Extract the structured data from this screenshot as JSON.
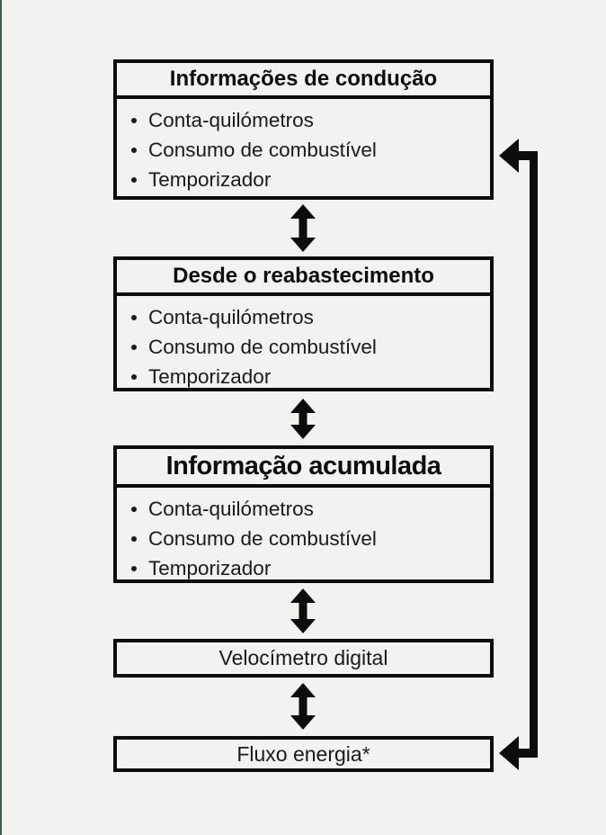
{
  "diagram": {
    "boxes": [
      {
        "id": "driving-information",
        "title": "Informações de condução",
        "items": [
          "Conta-quilómetros",
          "Consumo de combustível",
          "Temporizador"
        ]
      },
      {
        "id": "since-refuelling",
        "title": "Desde o reabastecimento",
        "items": [
          "Conta-quilómetros",
          "Consumo de combustível",
          "Temporizador"
        ]
      },
      {
        "id": "accumulated-information",
        "title": "Informação acumulada",
        "items": [
          "Conta-quilómetros",
          "Consumo de combustível",
          "Temporizador"
        ]
      },
      {
        "id": "digital-speedometer",
        "label": "Velocímetro digital"
      },
      {
        "id": "energy-flow",
        "label": "Fluxo energia*"
      }
    ],
    "connections": [
      {
        "from": "driving-information",
        "to": "since-refuelling",
        "type": "bidirectional"
      },
      {
        "from": "since-refuelling",
        "to": "accumulated-information",
        "type": "bidirectional"
      },
      {
        "from": "accumulated-information",
        "to": "digital-speedometer",
        "type": "bidirectional"
      },
      {
        "from": "digital-speedometer",
        "to": "energy-flow",
        "type": "bidirectional"
      },
      {
        "from": "energy-flow",
        "to": "driving-information",
        "type": "bidirectional-loop-right-side"
      }
    ],
    "colors": {
      "background": "#f2f3f1",
      "ink": "#0d0d0d",
      "page_edge_line": "#3e5a49"
    }
  }
}
